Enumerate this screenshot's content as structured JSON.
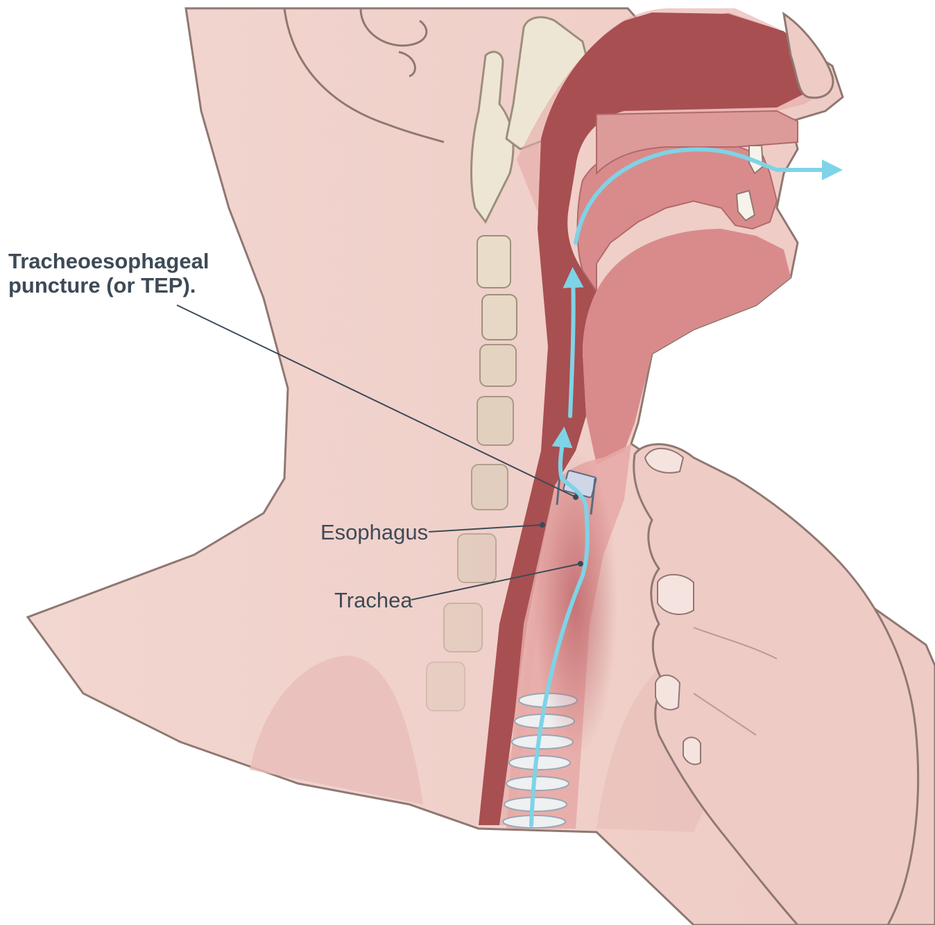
{
  "labels": {
    "tep_line1": "Tracheoesophageal",
    "tep_line2": "puncture (or TEP).",
    "esophagus": "Esophagus",
    "trachea": "Trachea"
  },
  "colors": {
    "skin": "#f2d6d0",
    "skin_outline": "#8f7872",
    "tissue": "#d98b8b",
    "tissue_light": "#e6a8a6",
    "cavity": "#a84f51",
    "bone": "#eee6d4",
    "bone_outline": "#9c8f7a",
    "airflow": "#7fd3e6",
    "label_text": "#3d4a57"
  }
}
